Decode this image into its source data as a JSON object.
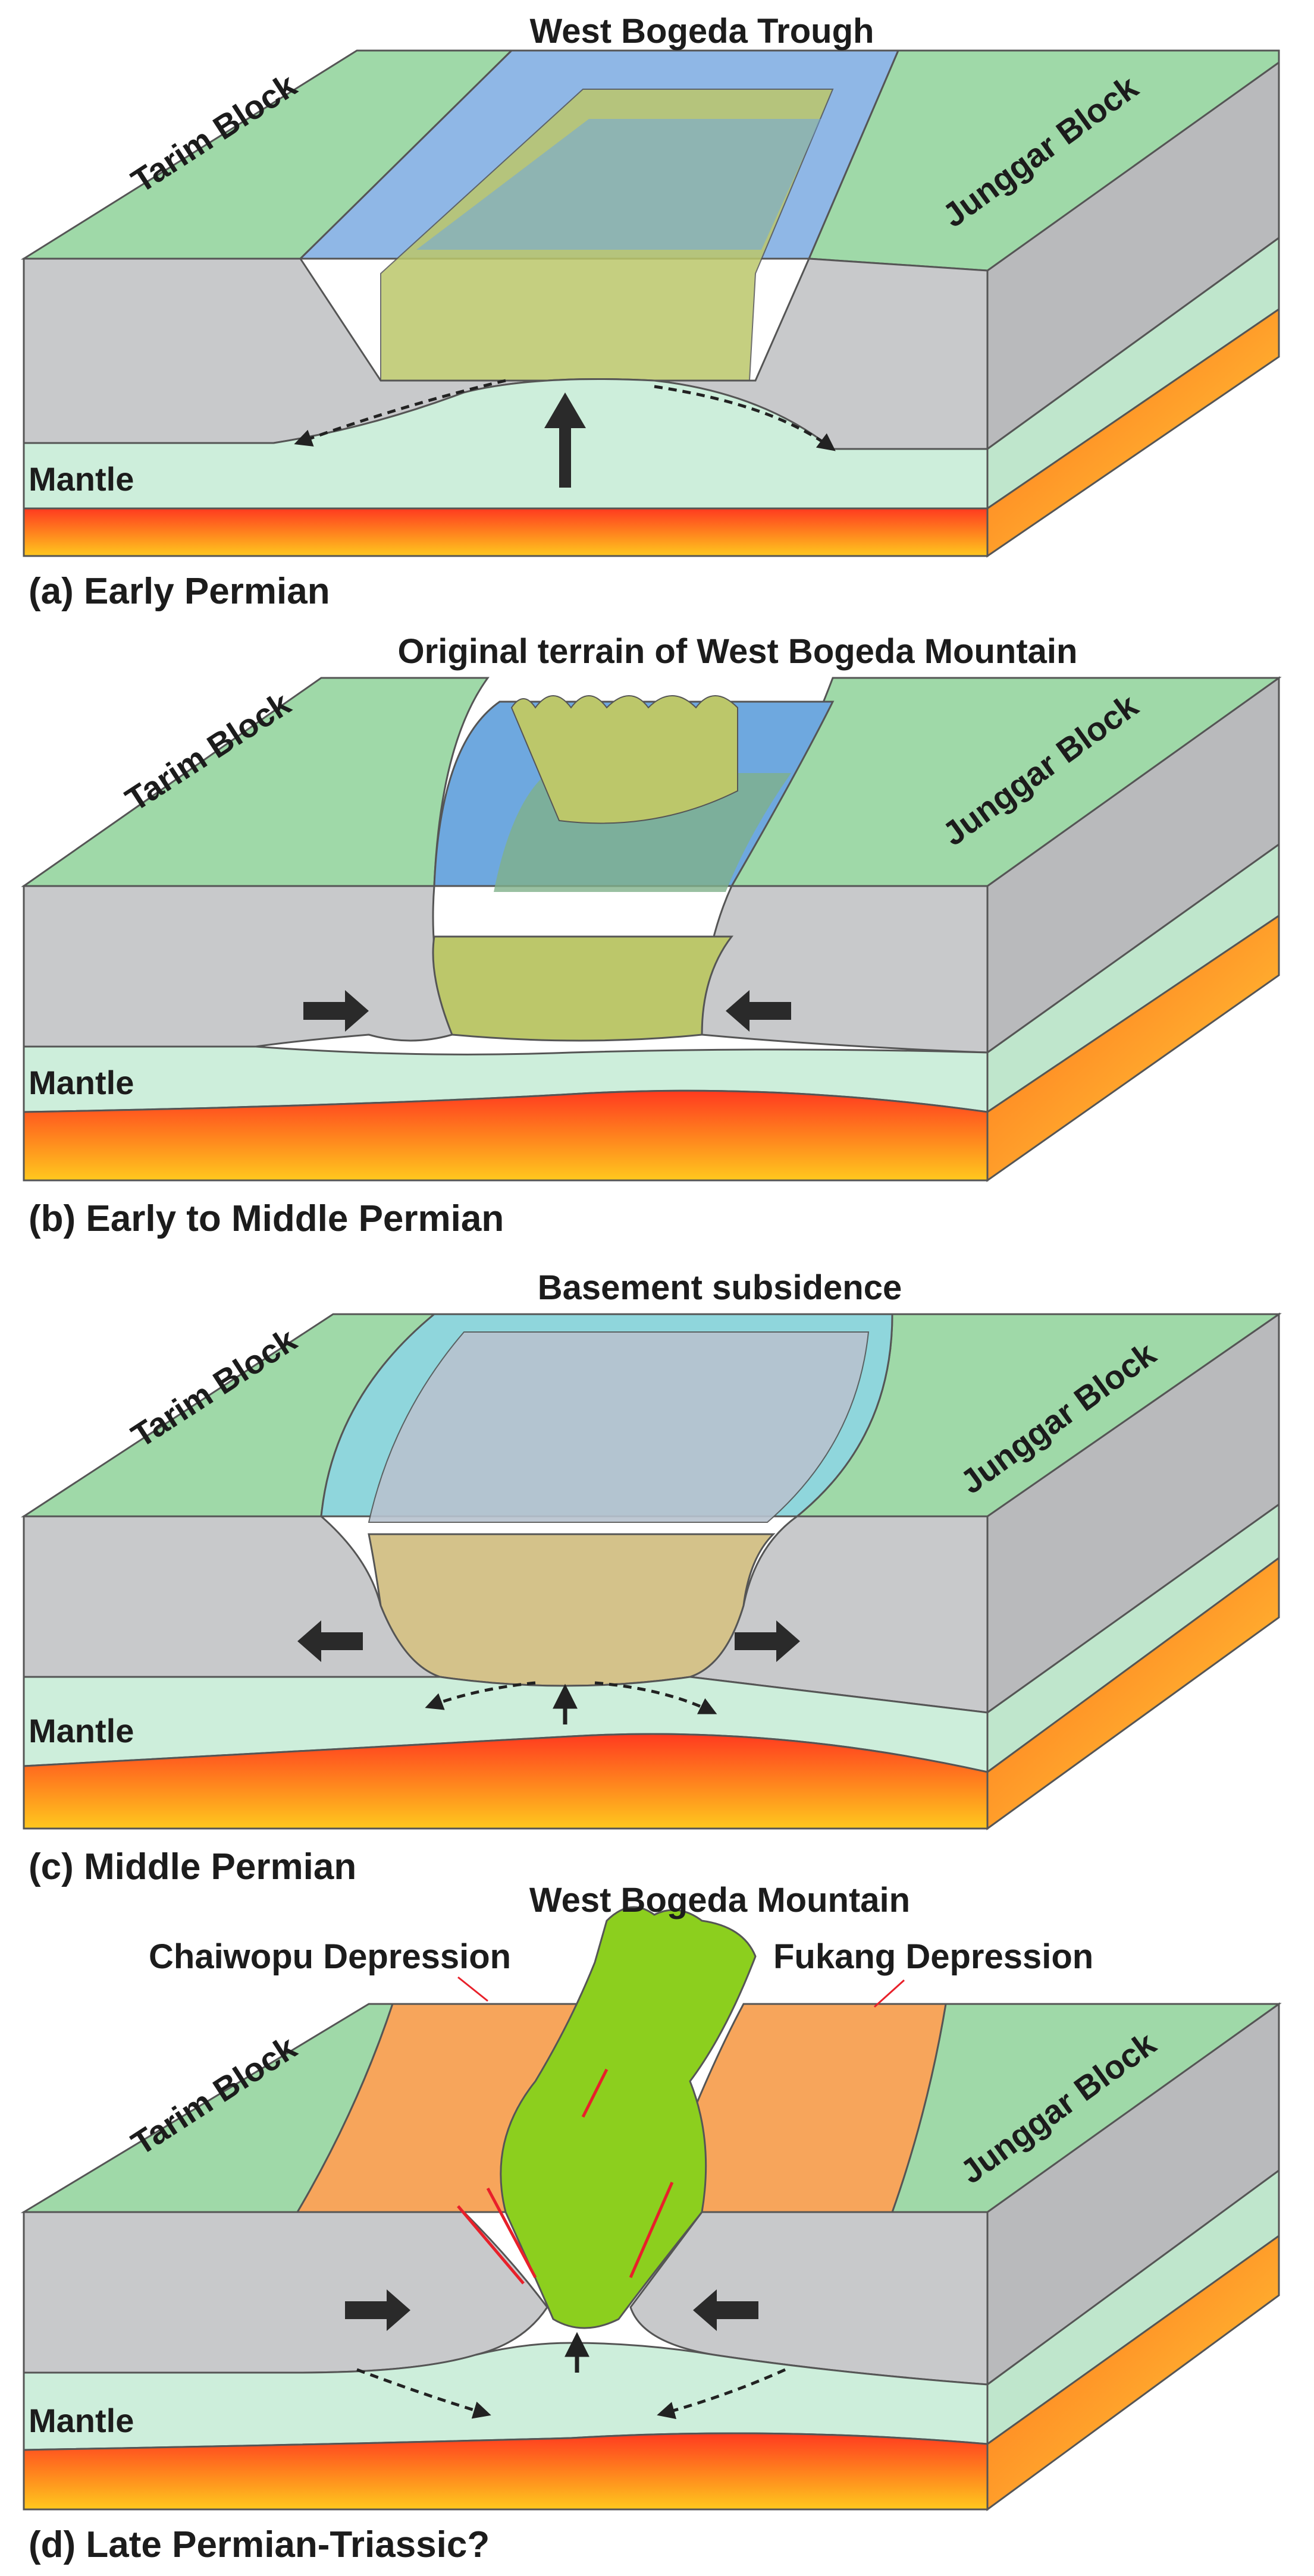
{
  "panels": [
    {
      "caption": "(a) Early Permian",
      "title": "West Bogeda Trough",
      "left_block": "Tarim Block",
      "right_block": "Junggar Block",
      "mantle": "Mantle"
    },
    {
      "caption": "(b) Early to Middle Permian",
      "title": "Original terrain of West Bogeda Mountain",
      "left_block": "Tarim Block",
      "right_block": "Junggar Block",
      "mantle": "Mantle"
    },
    {
      "caption": "(c) Middle Permian",
      "title": "Basement subsidence",
      "left_block": "Tarim Block",
      "right_block": "Junggar Block",
      "mantle": "Mantle"
    },
    {
      "caption": "(d) Late Permian-Triassic?",
      "title": "West Bogeda Mountain",
      "left_label": "Chaiwopu Depression",
      "right_label": "Fukang Depression",
      "left_block": "Tarim Block",
      "right_block": "Junggar Block",
      "mantle": "Mantle"
    }
  ],
  "colors": {
    "surface_green": "#9fd9a8",
    "crust_gray": "#c8c9cb",
    "mantle_mint": "#cdeedb",
    "asthenosphere_red": "#ff3a1f",
    "asthenosphere_yellow": "#ffc81e",
    "trough_blue": "#6ea8df",
    "basin_olive": "#bcc76a",
    "depression_orange": "#f7a55b",
    "mountain_green": "#8ccf1e",
    "fault_red": "#e8202a"
  }
}
